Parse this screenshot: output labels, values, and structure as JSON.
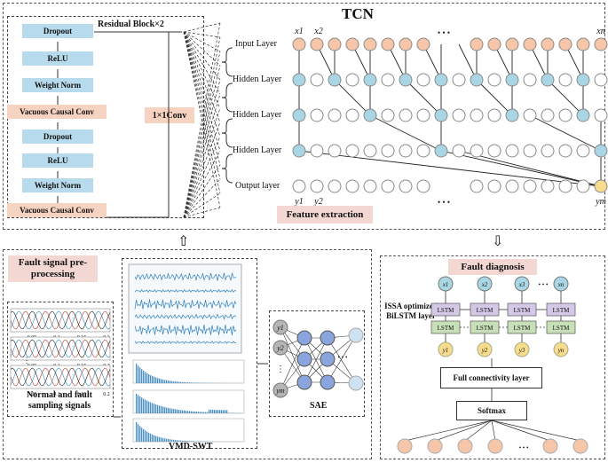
{
  "tcn": {
    "title": "TCN",
    "residual_label": "Residual Block×2",
    "conv_label": "1×1Conv",
    "blocks": [
      "Dropout",
      "ReLU",
      "Weight Norm",
      "Vacuous Causal Conv",
      "Dropout",
      "ReLU",
      "Weight Norm",
      "Vacuous Causal Conv"
    ],
    "layers": [
      "Input Layer",
      "Hidden Layer",
      "Hidden Layer",
      "Hidden Layer",
      "Output layer"
    ],
    "x_labels": [
      "x1",
      "x2",
      "xn"
    ],
    "y_labels": [
      "y1",
      "y2",
      "ym"
    ],
    "dots": "• • •",
    "feature_tag": "Feature extraction"
  },
  "preprocess": {
    "tag": "Fault signal pre-processing",
    "signals_caption": "Normal and fault sampling signals",
    "tick_labels": [
      "0.05",
      "0.1",
      "0.15",
      "0.2"
    ],
    "vmd_caption": "VMD-SWT",
    "sae_caption": "SAE",
    "sae_inputs": [
      "y1",
      "y2",
      "ym"
    ]
  },
  "diagnosis": {
    "tag": "Fault diagnosis",
    "issa_label": "ISSA optimized BiLSTM layer",
    "inputs": [
      "x1",
      "x2",
      "x3",
      "xn"
    ],
    "outputs": [
      "y1",
      "y2",
      "y3",
      "yn"
    ],
    "lstm": "LSTM",
    "fc_label": "Full connectivity layer",
    "softmax_label": "Softmax"
  }
}
